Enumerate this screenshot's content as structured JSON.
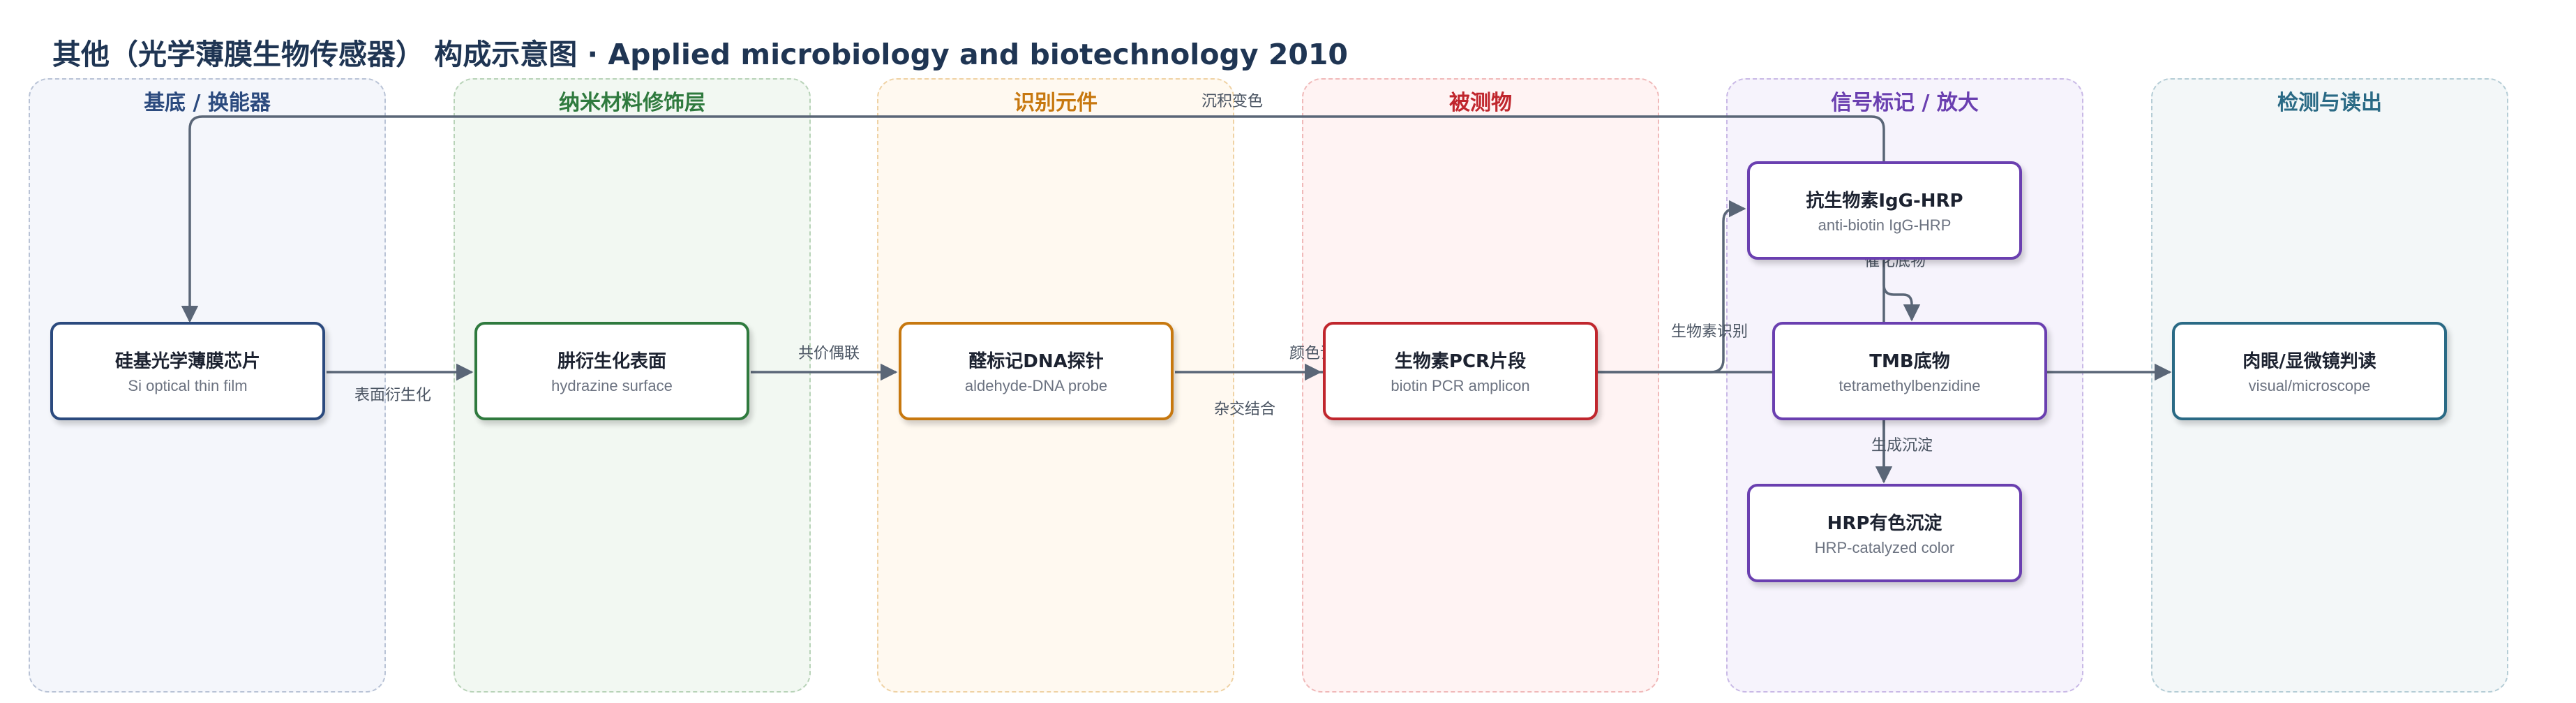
{
  "title": "其他（光学薄膜生物传感器） 构成示意图 · Applied microbiology and biotechnology 2010",
  "lanes": [
    {
      "label": "基底 / 换能器",
      "color": "#2b4a7e",
      "bg": "#f4f6fb"
    },
    {
      "label": "纳米材料修饰层",
      "color": "#2f7a3e",
      "bg": "#f2f8f2"
    },
    {
      "label": "识别元件",
      "color": "#c7780f",
      "bg": "#fff9f0"
    },
    {
      "label": "被测物",
      "color": "#c0262d",
      "bg": "#fff3f3"
    },
    {
      "label": "信号标记 / 放大",
      "color": "#6a3fb0",
      "bg": "#f6f3fc"
    },
    {
      "label": "检测与读出",
      "color": "#2a6a85",
      "bg": "#f3f7f8"
    }
  ],
  "nodes": {
    "chip": {
      "title": "硅基光学薄膜芯片",
      "sub": "Si optical thin film",
      "color": "#2b4a7e"
    },
    "hydrazine": {
      "title": "肼衍生化表面",
      "sub": "hydrazine surface",
      "color": "#2f7a3e"
    },
    "probe": {
      "title": "醛标记DNA探针",
      "sub": "aldehyde-DNA probe",
      "color": "#c7780f"
    },
    "amplicon": {
      "title": "生物素PCR片段",
      "sub": "biotin PCR amplicon",
      "color": "#c0262d"
    },
    "antibody": {
      "title": "抗生物素IgG-HRP",
      "sub": "anti-biotin IgG-HRP",
      "color": "#6a3fb0"
    },
    "tmb": {
      "title": "TMB底物",
      "sub": "tetramethylbenzidine",
      "color": "#6a3fb0"
    },
    "precipitate": {
      "title": "HRP有色沉淀",
      "sub": "HRP-catalyzed color",
      "color": "#6a3fb0"
    },
    "readout": {
      "title": "肉眼/显微镜判读",
      "sub": "visual/microscope",
      "color": "#2a6a85"
    }
  },
  "edges": {
    "surface_derivatization": "表面衍生化",
    "covalent_coupling": "共价偶联",
    "hybridization": "杂交结合",
    "biotin_recognition": "生物素识别",
    "catalyze_substrate": "催化底物",
    "form_precipitate": "生成沉淀",
    "deposit_color": "沉积变色",
    "color_readout": "颜色读出"
  },
  "colors": {
    "arrow": "#5a6677",
    "title": "#1f3553"
  }
}
